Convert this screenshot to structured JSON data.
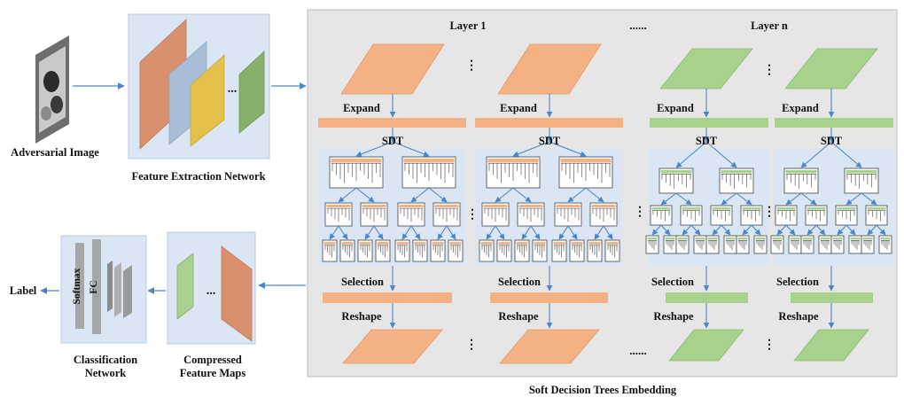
{
  "input": {
    "caption": "Adversarial Image"
  },
  "feature_extraction": {
    "caption": "Feature Extraction Network",
    "ellipsis": "..."
  },
  "sdt_embedding": {
    "caption": "Soft Decision Trees Embedding",
    "layer1_title": "Layer 1",
    "layern_title": "Layer n",
    "layer_gap_dots": "......",
    "vertical_dots": "⋮",
    "expand_label": "Expand",
    "sdt_label": "SDT",
    "selection_label": "Selection",
    "reshape_label": "Reshape"
  },
  "compressed": {
    "caption_line1": "Compressed",
    "caption_line2": "Feature Maps",
    "ellipsis": "..."
  },
  "classification": {
    "caption_line1": "Classification",
    "caption_line2": "Network",
    "softmax_label": "Softmax",
    "fc_label": "FC"
  },
  "output": {
    "label": "Label"
  },
  "colors": {
    "orange": "#f4b183",
    "green": "#a9d18e",
    "blue_panel": "#dae6f3",
    "grey_panel": "#e7e6e6",
    "arrow": "#4a86c8",
    "fe_orange": "#d9906c",
    "fe_blue": "#a8bed6",
    "fe_yellow": "#e2c04a",
    "fe_green": "#88b06a"
  }
}
